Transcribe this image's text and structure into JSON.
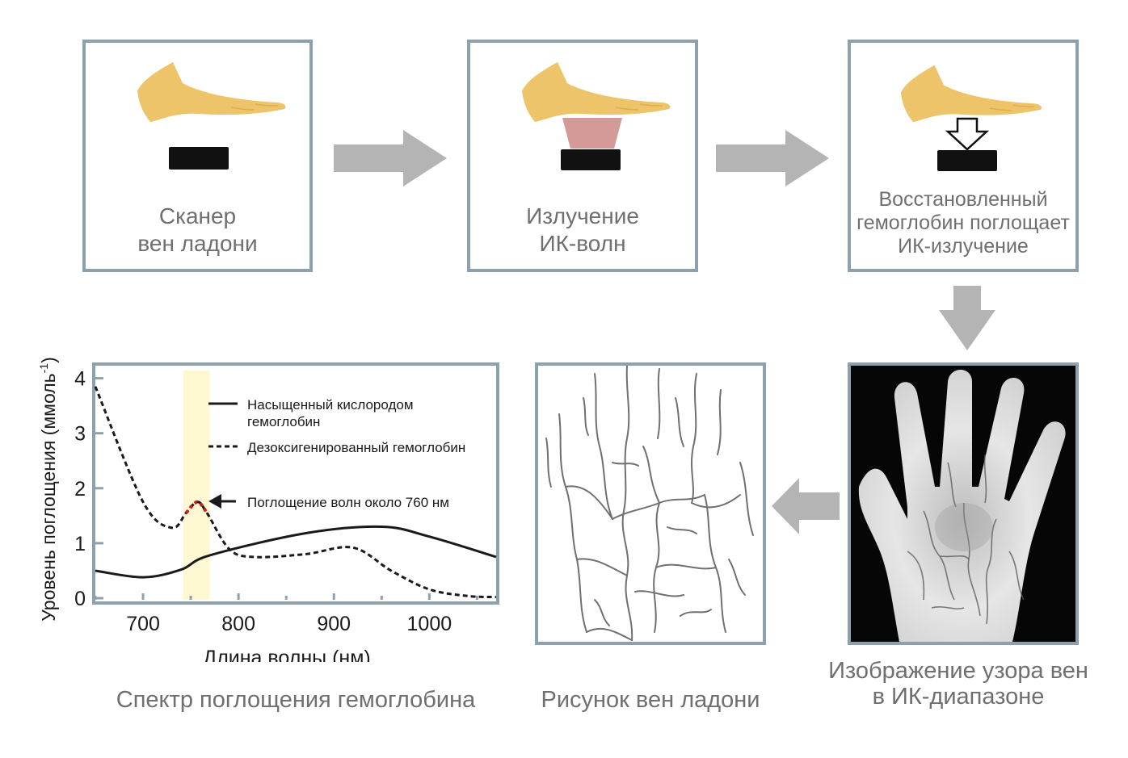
{
  "steps": {
    "scanner": {
      "lines": [
        "Сканер",
        "вен ладони"
      ]
    },
    "emission": {
      "lines": [
        "Излучение",
        "ИК-волн"
      ]
    },
    "absorption": {
      "lines": [
        "Восстановленный",
        "гемоглобин поглощает",
        "ИК-излучение"
      ]
    }
  },
  "ir_image": {
    "lines": [
      "Изображение узора вен",
      "в ИК-диапазоне"
    ]
  },
  "vein_pattern": {
    "caption": "Рисунок вен ладони"
  },
  "spectrum_caption": "Спектр поглощения гемоглобина",
  "colors": {
    "box_border": "#8da0ae",
    "arrow": "#b4b4b4",
    "hand": "#eec46a",
    "ir_beam": "#d49a98",
    "highlight_band": "#fdf7d2",
    "peak_marker": "#cc1e1e"
  },
  "icons": [
    "hand-icon",
    "scanner-device-icon",
    "ir-beam-icon",
    "down-arrow-icon"
  ],
  "chart_data": {
    "type": "line",
    "xlabel": "Длина волны (нм)",
    "ylabel": "Уровень поглощения (ммоль",
    "ylabel_sup": "-1",
    "ylabel_close": ")",
    "xlim": [
      650,
      1070
    ],
    "ylim": [
      0,
      4.2
    ],
    "x_ticks": [
      700,
      800,
      900,
      1000
    ],
    "y_ticks": [
      0,
      1,
      2,
      3,
      4
    ],
    "highlight_band": [
      742,
      770
    ],
    "series": [
      {
        "name": "Насыщенный кислородом гемоглобин",
        "name_lines": [
          "Насыщенный кислородом",
          "гемоглобин"
        ],
        "style": "solid",
        "points": [
          [
            650,
            0.5
          ],
          [
            700,
            0.38
          ],
          [
            740,
            0.52
          ],
          [
            770,
            0.78
          ],
          [
            870,
            1.18
          ],
          [
            950,
            1.3
          ],
          [
            1000,
            1.12
          ],
          [
            1070,
            0.75
          ]
        ]
      },
      {
        "name": "Дезоксигенированный гемоглобин",
        "name_lines": [
          "Дезоксигенированный гемоглобин"
        ],
        "style": "dashed",
        "points": [
          [
            650,
            3.85
          ],
          [
            700,
            1.75
          ],
          [
            730,
            1.28
          ],
          [
            745,
            1.55
          ],
          [
            757,
            1.75
          ],
          [
            767,
            1.55
          ],
          [
            790,
            0.9
          ],
          [
            815,
            0.75
          ],
          [
            870,
            0.8
          ],
          [
            920,
            0.92
          ],
          [
            960,
            0.5
          ],
          [
            1000,
            0.16
          ],
          [
            1040,
            0.04
          ],
          [
            1070,
            0.02
          ]
        ]
      }
    ],
    "annotation": {
      "text": "Поглощение волн около 760 нм",
      "x": 760,
      "y": 1.75
    }
  }
}
